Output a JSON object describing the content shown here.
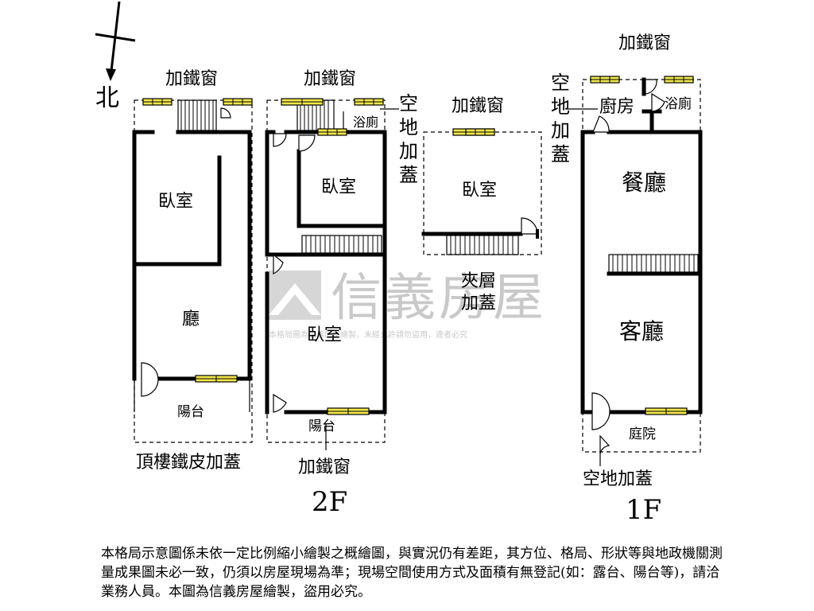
{
  "compass": {
    "label": "北"
  },
  "labels": {
    "window": "加鐵窗",
    "bedroom": "臥室",
    "living_room": "廳",
    "balcony": "陽台",
    "roof_addition": "頂樓鐵皮加蓋",
    "bath": "浴廁",
    "open_space_addition": "空地加蓋",
    "mezzanine_addition": "夾層\n加蓋",
    "kitchen": "廚房",
    "dining_room": "餐廳",
    "guest_living_room": "客廳",
    "courtyard": "庭院"
  },
  "floors": {
    "second": "2F",
    "first": "1F"
  },
  "watermark": {
    "brand": "信義房屋",
    "notice": "本格局圖為信義房屋繪製，未經允許請勿盜用，違者必究"
  },
  "disclaimer": "本格局示意圖係未依一定比例縮小繪製之概繪圖，與實況仍有差距，其方位、格局、形狀等與地政機關測量成果圖未必一致，仍須以房屋現場為準；現場空間使用方式及面積有無登記(如：露台、陽台等)，請洽業務人員。本圖為信義房屋繪製，盜用必究。"
}
